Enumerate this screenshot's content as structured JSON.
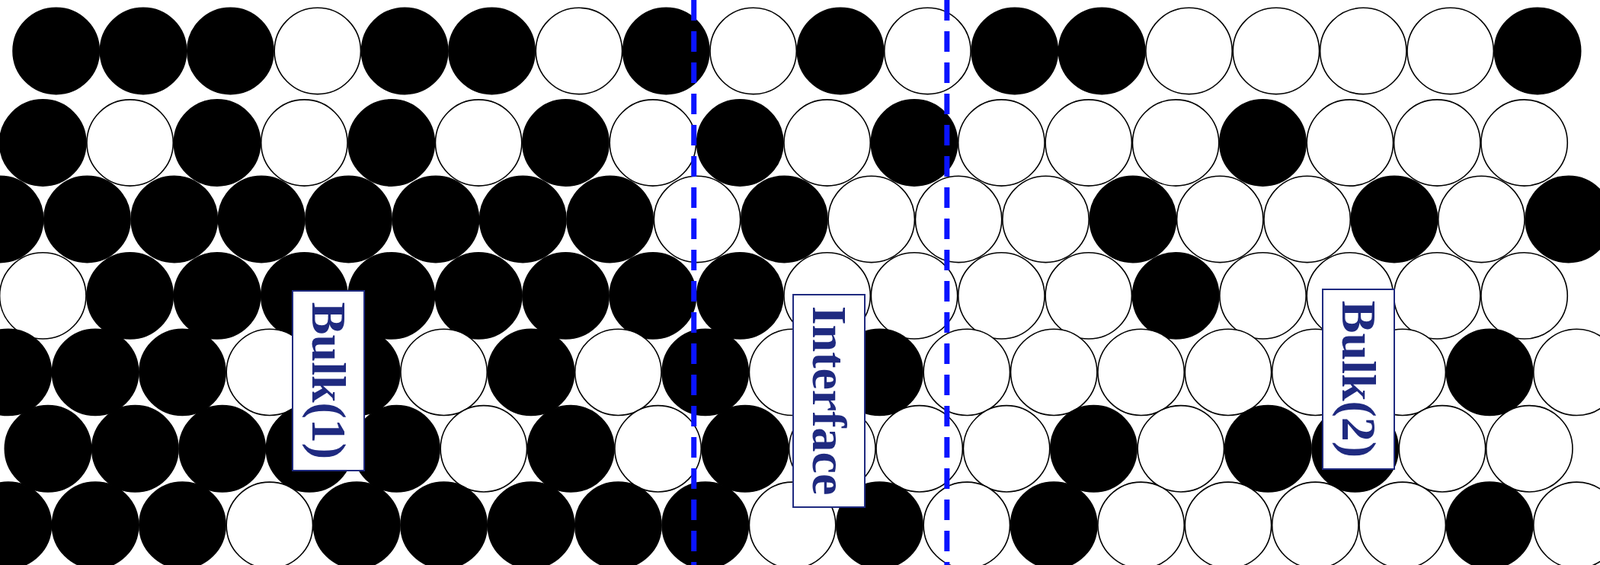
{
  "diagram": {
    "nodes": [
      {
        "text": [
          "Bulk(1)"
        ]
      },
      {
        "text": [
          "Interface"
        ]
      },
      {
        "text": [
          "Bulk(2)"
        ]
      }
    ]
  }
}
